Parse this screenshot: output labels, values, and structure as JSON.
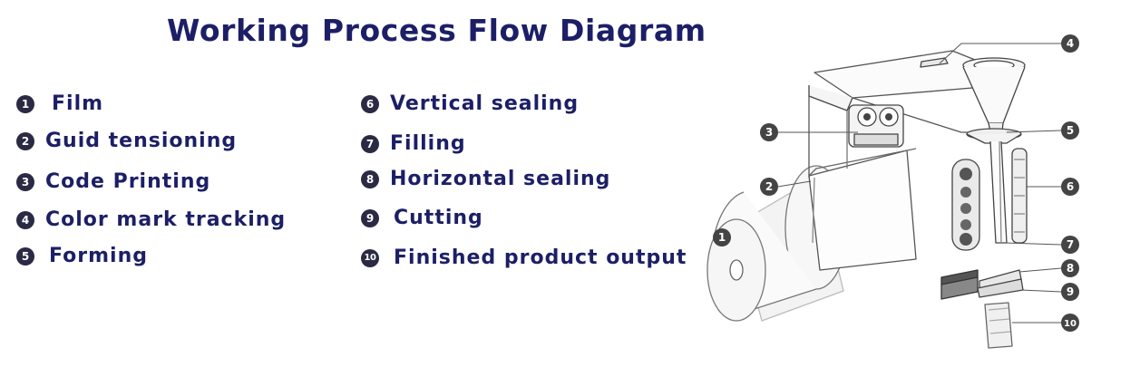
{
  "title": "Working Process Flow Diagram",
  "steps": [
    {
      "num": "1",
      "label": "Film"
    },
    {
      "num": "2",
      "label": "Guid tensioning"
    },
    {
      "num": "3",
      "label": "Code Printing"
    },
    {
      "num": "4",
      "label": "Color mark tracking"
    },
    {
      "num": "5",
      "label": "Forming"
    },
    {
      "num": "6",
      "label": "Vertical sealing"
    },
    {
      "num": "7",
      "label": "Filling"
    },
    {
      "num": "8",
      "label": "Horizontal sealing"
    },
    {
      "num": "9",
      "label": "Cutting"
    },
    {
      "num": "10",
      "label": "Finished product output"
    }
  ],
  "colors": {
    "title": "#1c1f66",
    "label": "#1c1f66",
    "badge": "#2a2a44",
    "line": "#555555"
  }
}
